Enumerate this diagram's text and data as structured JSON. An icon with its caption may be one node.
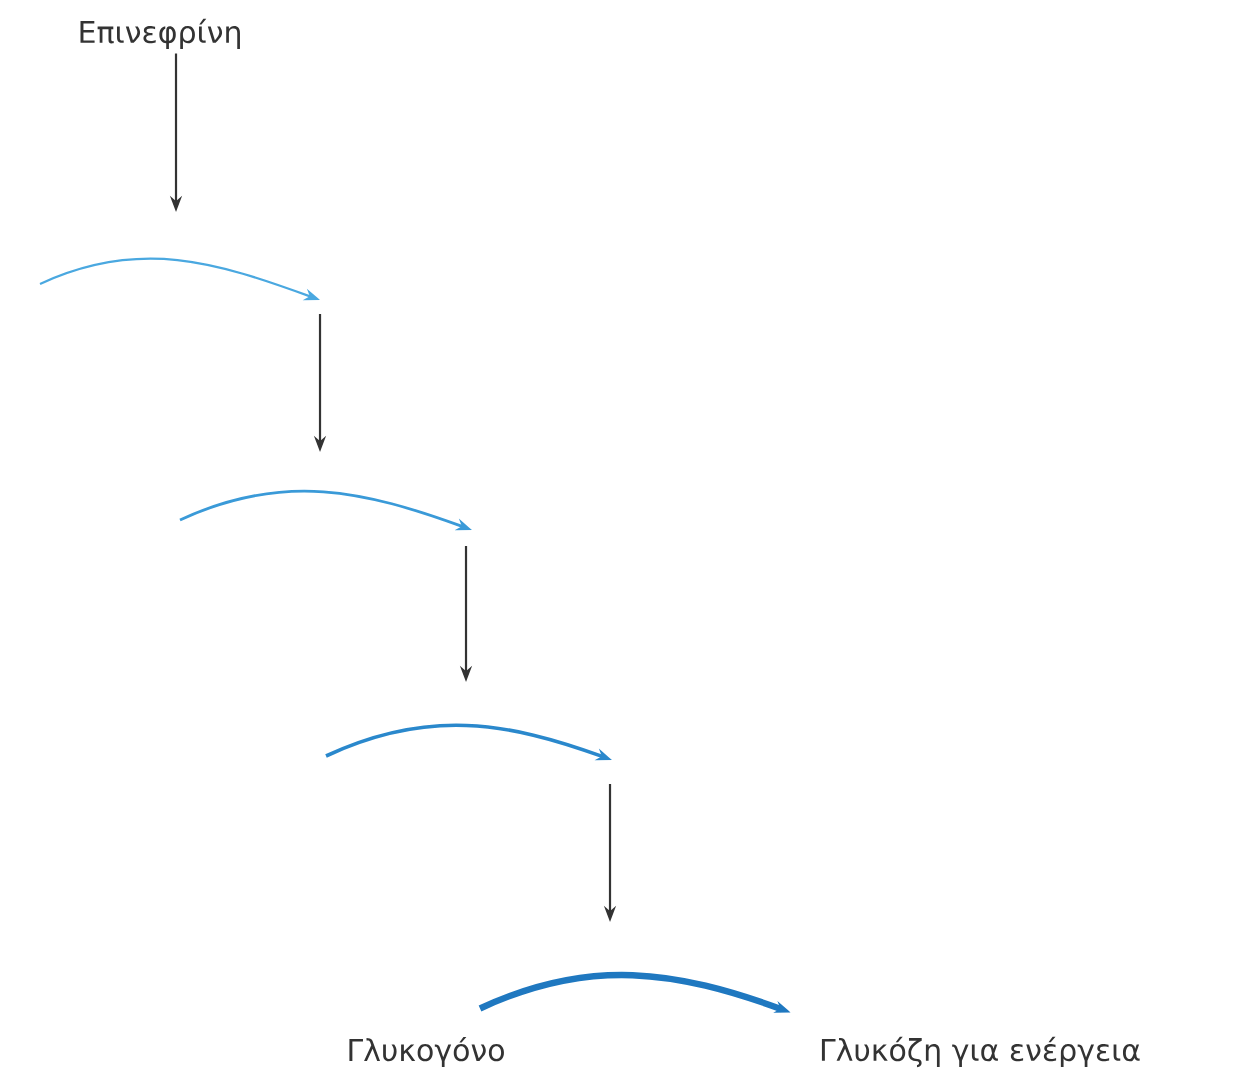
{
  "diagram": {
    "nodes": [
      {
        "text": [
          "Επινεφρίνη"
        ]
      },
      {
        "text": [
          "Γλυκογόνο"
        ]
      },
      {
        "text": [
          "Γλυκόζη για ενέργεια"
        ]
      }
    ],
    "edges": [
      {
        "from": 0,
        "to": null,
        "arrow": "to"
      },
      {
        "from": 1,
        "to": 2,
        "arrow": "to",
        "color": "#1f78c0",
        "style": "thick"
      }
    ]
  }
}
